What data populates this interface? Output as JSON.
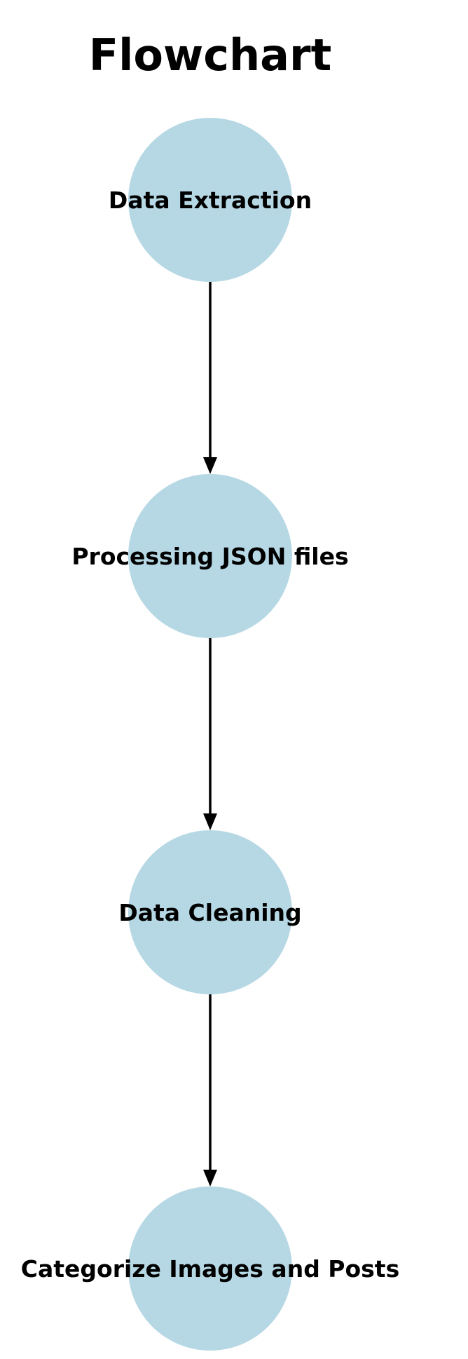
{
  "title": "Flowchart",
  "colors": {
    "node_fill": "#b6d8e4",
    "edge": "#000000",
    "text": "#000000",
    "background": "#ffffff"
  },
  "nodes": [
    {
      "id": "data-extraction",
      "label": "Data Extraction"
    },
    {
      "id": "processing-json-files",
      "label": "Processing JSON files"
    },
    {
      "id": "data-cleaning",
      "label": "Data Cleaning"
    },
    {
      "id": "categorize-images-and-posts",
      "label": "Categorize Images and Posts"
    }
  ],
  "edges": [
    {
      "from": "data-extraction",
      "to": "processing-json-files"
    },
    {
      "from": "processing-json-files",
      "to": "data-cleaning"
    },
    {
      "from": "data-cleaning",
      "to": "categorize-images-and-posts"
    }
  ]
}
